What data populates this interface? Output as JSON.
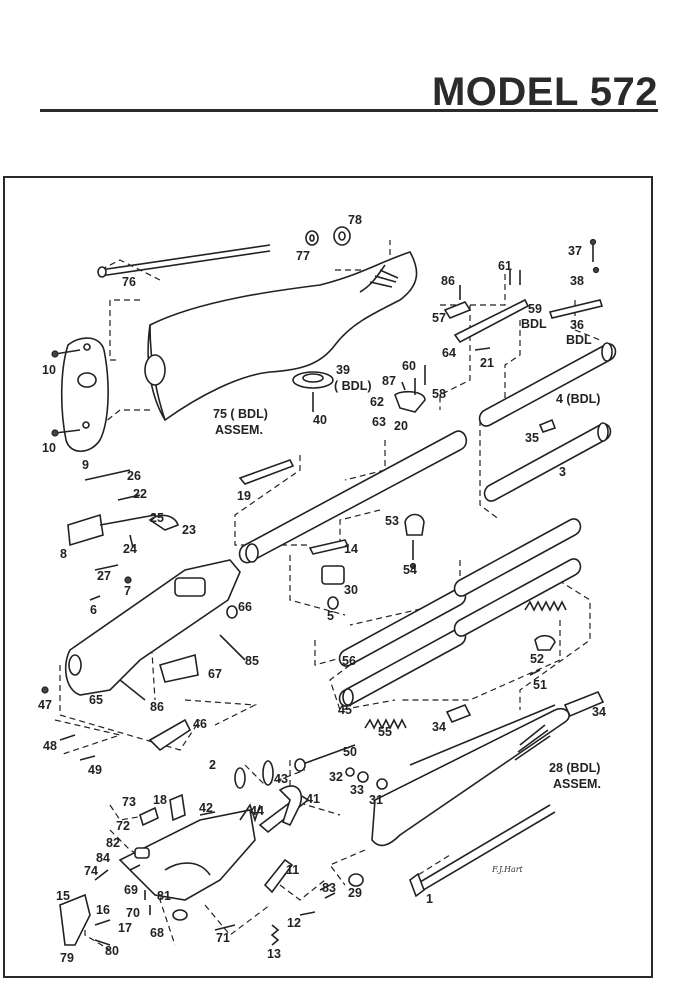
{
  "title": "MODEL 572",
  "signature": "F.J.Hart",
  "labels": {
    "l1": "1",
    "l2": "2",
    "l3": "3",
    "l4": "4 (BDL)",
    "l5": "5",
    "l6": "6",
    "l7": "7",
    "l8": "8",
    "l9": "9",
    "l10a": "10",
    "l10b": "10",
    "l11": "11",
    "l12": "12",
    "l13": "13",
    "l14": "14",
    "l15": "15",
    "l16": "16",
    "l17": "17",
    "l18": "18",
    "l19": "19",
    "l20": "20",
    "l21": "21",
    "l22": "22",
    "l23": "23",
    "l24": "24",
    "l25": "25",
    "l26": "26",
    "l27": "27",
    "l28": "28 (BDL)",
    "l28b": "ASSEM.",
    "l29": "29",
    "l30": "30",
    "l31": "31",
    "l32": "32",
    "l33": "33",
    "l34a": "34",
    "l34b": "34",
    "l35": "35",
    "l36": "36",
    "l36b": "BDL",
    "l37": "37",
    "l38": "38",
    "l39": "39",
    "l39b": "( BDL)",
    "l40": "40",
    "l41": "41",
    "l42": "42",
    "l43": "43",
    "l44": "44",
    "l45": "45",
    "l46": "46",
    "l47": "47",
    "l48": "48",
    "l49": "49",
    "l50": "50",
    "l51": "51",
    "l52": "52",
    "l53": "53",
    "l54": "54",
    "l55": "55",
    "l56": "56",
    "l57": "57",
    "l58": "58",
    "l59": "59",
    "l59b": "BDL",
    "l60": "60",
    "l61": "61",
    "l62": "62",
    "l63": "63",
    "l64": "64",
    "l65": "65",
    "l66": "66",
    "l67": "67",
    "l68": "68",
    "l69": "69",
    "l70": "70",
    "l71": "71",
    "l72": "72",
    "l73": "73",
    "l74": "74",
    "l75": "75 ( BDL)",
    "l75b": "ASSEM.",
    "l76": "76",
    "l77": "77",
    "l78": "78",
    "l79": "79",
    "l80": "80",
    "l81": "81",
    "l82": "82",
    "l83": "83",
    "l84": "84",
    "l85": "85",
    "l86a": "86",
    "l86b": "86",
    "l87": "87"
  }
}
